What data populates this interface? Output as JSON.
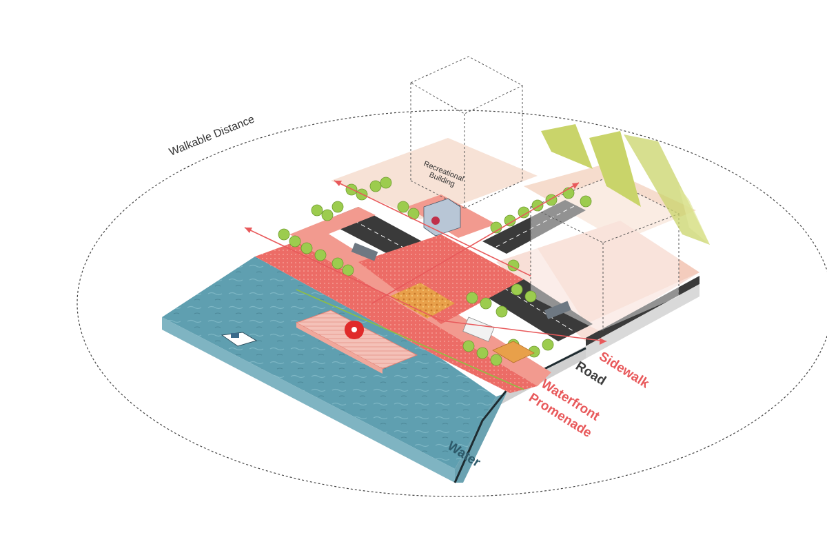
{
  "labels": {
    "walkable_distance": "Walkable Distance",
    "recreational_building_line1": "Recreational",
    "recreational_building_line2": "Building",
    "sidewalk": "Sidewalk",
    "road": "Road",
    "waterfront_line1": "Waterfront",
    "waterfront_line2": "Promenade",
    "water": "Water"
  },
  "colors": {
    "promenade": "#e8595b",
    "promenade_light": "#f29a8f",
    "sidewalk_pink": "#f6c9bd",
    "block_beige": "#f7e2d6",
    "road": "#3a3a3a",
    "water_top": "#5f9fb0",
    "water_side": "#7fb4c2",
    "tree": "#9ccc4e",
    "sun": "#c9d46a",
    "label_red": "#e8595b",
    "label_dark": "#3c3c3c",
    "label_water": "#2e5a6a"
  }
}
